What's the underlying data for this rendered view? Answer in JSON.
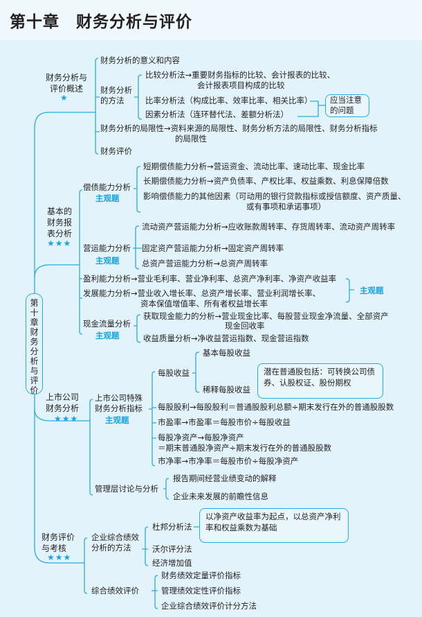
{
  "title": "第十章　财务分析与评价",
  "root": "第十章　财务分析与评价",
  "tag_label": "主观题",
  "stars_one": "★",
  "stars_three": "★★★",
  "sec1": {
    "label": "财务分析与评价概述",
    "items": {
      "meaning": "财务分析的意义和内容",
      "methods": "财务分析的方法",
      "compare_a": "比较分析法→重要财务指标的比较、会计报表的比较、",
      "compare_b": "会计报表项目构成的比较",
      "ratio": "比率分析法（构成比率、效率比率、相关比率）",
      "factor": "因素分析法（连环替代法、差额分析法）",
      "note": "应当注意的问题",
      "limit_a": "财务分析的局限性→资料来源的局限性、财务分析方法的局限性、财务分析指标",
      "limit_b": "的局限性",
      "eval": "财务评价"
    }
  },
  "sec2": {
    "label": "基本的财务报表分析",
    "solvency": "偿债能力分析",
    "solv_short": "短期偿债能力分析→营运资金、流动比率、速动比率、现金比率",
    "solv_long": "长期偿债能力分析→资产负债率、产权比率、权益乘数、利息保障倍数",
    "solv_other_a": "影响偿债能力的其他因素（可动用的银行贷款指标或授信额度、资产质量、",
    "solv_other_b": "或有事项和承诺事项）",
    "operation": "营运能力分析",
    "op_current": "流动资产营运能力分析→应收账款周转率、存货周转率、流动资产周转率",
    "op_fixed": "固定资产营运能力分析→固定资产周转率",
    "op_total": "总资产营运能力分析→总资产周转率",
    "profit": "盈利能力分析→营业毛利率、营业净利率、总资产净利率、净资产收益率",
    "growth_a": "发展能力分析→营业收入增长率、总资产增长率、营业利润增长率、",
    "growth_b": "资本保值增值率、所有者权益增长率",
    "cash": "现金流量分析",
    "cash_get_a": "获取现金能力的分析→营业现金比率、每股营业现金净流量、全部资产",
    "cash_get_b": "现金回收率",
    "cash_quality": "收益质量分析→净收益营运指数、现金营运指数"
  },
  "sec3": {
    "label": "上市公司财务分析",
    "special": "上市公司特殊财务分析指标",
    "eps": "每股收益",
    "eps_basic": "基本每股收益",
    "eps_diluted": "稀释每股收益",
    "eps_note": "潜在普通股包括：可转换公司债券、认股权证、股份期权",
    "dps": "每股股利→每股股利＝普通股股利总额÷期末发行在外的普通股股数",
    "pe": "市盈率→市盈率＝每股市价÷每股收益",
    "bvps_a": "每股净资产→每股净资产",
    "bvps_b": "＝期末普通股净资产÷期末发行在外的普通股股数",
    "pb": "市净率→市净率＝每股市价÷每股净资产",
    "mda": "管理层讨论与分析",
    "mda_a": "报告期间经营业绩变动的解释",
    "mda_b": "企业未来发展的前瞻性信息"
  },
  "sec4": {
    "label": "财务评价与考核",
    "methods": "企业综合绩效分析的方法",
    "dupont": "杜邦分析法",
    "dupont_note": "以净资产收益率为起点，以总资产净利率和权益乘数为基础",
    "wall": "沃尔评分法",
    "eva": "经济增加值",
    "overall": "综合绩效评价",
    "ov_a": "财务绩效定量评价指标",
    "ov_b": "管理绩效定性评价指标",
    "ov_c": "企业综合绩效评价计分方法"
  },
  "colors": {
    "line": "#29abe2",
    "accent": "#1aa3e0",
    "background": "#e2f3fb"
  }
}
